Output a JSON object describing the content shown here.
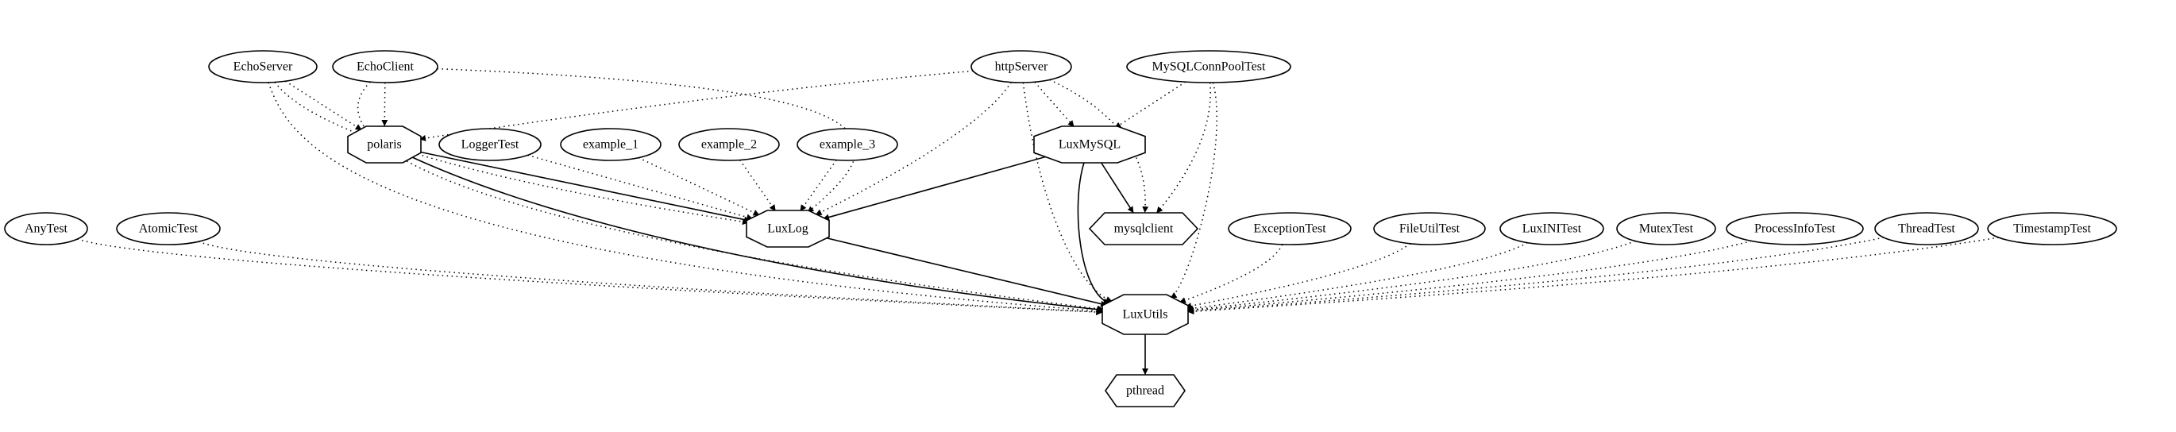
{
  "graph": {
    "nodes": [
      {
        "id": "EchoServer",
        "label": "EchoServer",
        "shape": "ellipse"
      },
      {
        "id": "EchoClient",
        "label": "EchoClient",
        "shape": "ellipse"
      },
      {
        "id": "httpServer",
        "label": "httpServer",
        "shape": "ellipse"
      },
      {
        "id": "MySQLConnPoolTest",
        "label": "MySQLConnPoolTest",
        "shape": "ellipse"
      },
      {
        "id": "polaris",
        "label": "polaris",
        "shape": "octagon"
      },
      {
        "id": "LoggerTest",
        "label": "LoggerTest",
        "shape": "ellipse"
      },
      {
        "id": "example_1",
        "label": "example_1",
        "shape": "ellipse"
      },
      {
        "id": "example_2",
        "label": "example_2",
        "shape": "ellipse"
      },
      {
        "id": "example_3",
        "label": "example_3",
        "shape": "ellipse"
      },
      {
        "id": "LuxMySQL",
        "label": "LuxMySQL",
        "shape": "octagon"
      },
      {
        "id": "AnyTest",
        "label": "AnyTest",
        "shape": "ellipse"
      },
      {
        "id": "AtomicTest",
        "label": "AtomicTest",
        "shape": "ellipse"
      },
      {
        "id": "LuxLog",
        "label": "LuxLog",
        "shape": "octagon"
      },
      {
        "id": "mysqlclient",
        "label": "mysqlclient",
        "shape": "hexagon"
      },
      {
        "id": "ExceptionTest",
        "label": "ExceptionTest",
        "shape": "ellipse"
      },
      {
        "id": "FileUtilTest",
        "label": "FileUtilTest",
        "shape": "ellipse"
      },
      {
        "id": "LuxINITest",
        "label": "LuxINITest",
        "shape": "ellipse"
      },
      {
        "id": "MutexTest",
        "label": "MutexTest",
        "shape": "ellipse"
      },
      {
        "id": "ProcessInfoTest",
        "label": "ProcessInfoTest",
        "shape": "ellipse"
      },
      {
        "id": "ThreadTest",
        "label": "ThreadTest",
        "shape": "ellipse"
      },
      {
        "id": "TimestampTest",
        "label": "TimestampTest",
        "shape": "ellipse"
      },
      {
        "id": "LuxUtils",
        "label": "LuxUtils",
        "shape": "octagon"
      },
      {
        "id": "pthread",
        "label": "pthread",
        "shape": "hexagon"
      }
    ],
    "edges": [
      {
        "from": "EchoServer",
        "to": "polaris",
        "style": "dotted"
      },
      {
        "from": "EchoServer",
        "to": "LuxLog",
        "style": "dotted"
      },
      {
        "from": "EchoServer",
        "to": "LuxUtils",
        "style": "dotted"
      },
      {
        "from": "EchoClient",
        "to": "polaris",
        "style": "dotted"
      },
      {
        "from": "EchoClient",
        "to": "LuxLog",
        "style": "dotted"
      },
      {
        "from": "EchoClient",
        "to": "LuxUtils",
        "style": "dotted"
      },
      {
        "from": "httpServer",
        "to": "polaris",
        "style": "dotted"
      },
      {
        "from": "httpServer",
        "to": "LuxMySQL",
        "style": "dotted"
      },
      {
        "from": "httpServer",
        "to": "LuxLog",
        "style": "dotted"
      },
      {
        "from": "httpServer",
        "to": "mysqlclient",
        "style": "dotted"
      },
      {
        "from": "httpServer",
        "to": "LuxUtils",
        "style": "dotted"
      },
      {
        "from": "MySQLConnPoolTest",
        "to": "LuxMySQL",
        "style": "dotted"
      },
      {
        "from": "MySQLConnPoolTest",
        "to": "mysqlclient",
        "style": "dotted"
      },
      {
        "from": "MySQLConnPoolTest",
        "to": "LuxUtils",
        "style": "dotted"
      },
      {
        "from": "polaris",
        "to": "LuxLog",
        "style": "solid"
      },
      {
        "from": "polaris",
        "to": "LuxUtils",
        "style": "solid"
      },
      {
        "from": "LoggerTest",
        "to": "LuxLog",
        "style": "dotted"
      },
      {
        "from": "example_1",
        "to": "LuxLog",
        "style": "dotted"
      },
      {
        "from": "example_2",
        "to": "LuxLog",
        "style": "dotted"
      },
      {
        "from": "example_3",
        "to": "LuxLog",
        "style": "dotted"
      },
      {
        "from": "LuxMySQL",
        "to": "LuxLog",
        "style": "solid"
      },
      {
        "from": "LuxMySQL",
        "to": "mysqlclient",
        "style": "solid"
      },
      {
        "from": "LuxMySQL",
        "to": "LuxUtils",
        "style": "solid"
      },
      {
        "from": "LuxLog",
        "to": "LuxUtils",
        "style": "solid"
      },
      {
        "from": "AnyTest",
        "to": "LuxUtils",
        "style": "dotted"
      },
      {
        "from": "AtomicTest",
        "to": "LuxUtils",
        "style": "dotted"
      },
      {
        "from": "ExceptionTest",
        "to": "LuxUtils",
        "style": "dotted"
      },
      {
        "from": "FileUtilTest",
        "to": "LuxUtils",
        "style": "dotted"
      },
      {
        "from": "LuxINITest",
        "to": "LuxUtils",
        "style": "dotted"
      },
      {
        "from": "MutexTest",
        "to": "LuxUtils",
        "style": "dotted"
      },
      {
        "from": "ProcessInfoTest",
        "to": "LuxUtils",
        "style": "dotted"
      },
      {
        "from": "ThreadTest",
        "to": "LuxUtils",
        "style": "dotted"
      },
      {
        "from": "TimestampTest",
        "to": "LuxUtils",
        "style": "dotted"
      },
      {
        "from": "LuxUtils",
        "to": "pthread",
        "style": "solid"
      }
    ]
  }
}
